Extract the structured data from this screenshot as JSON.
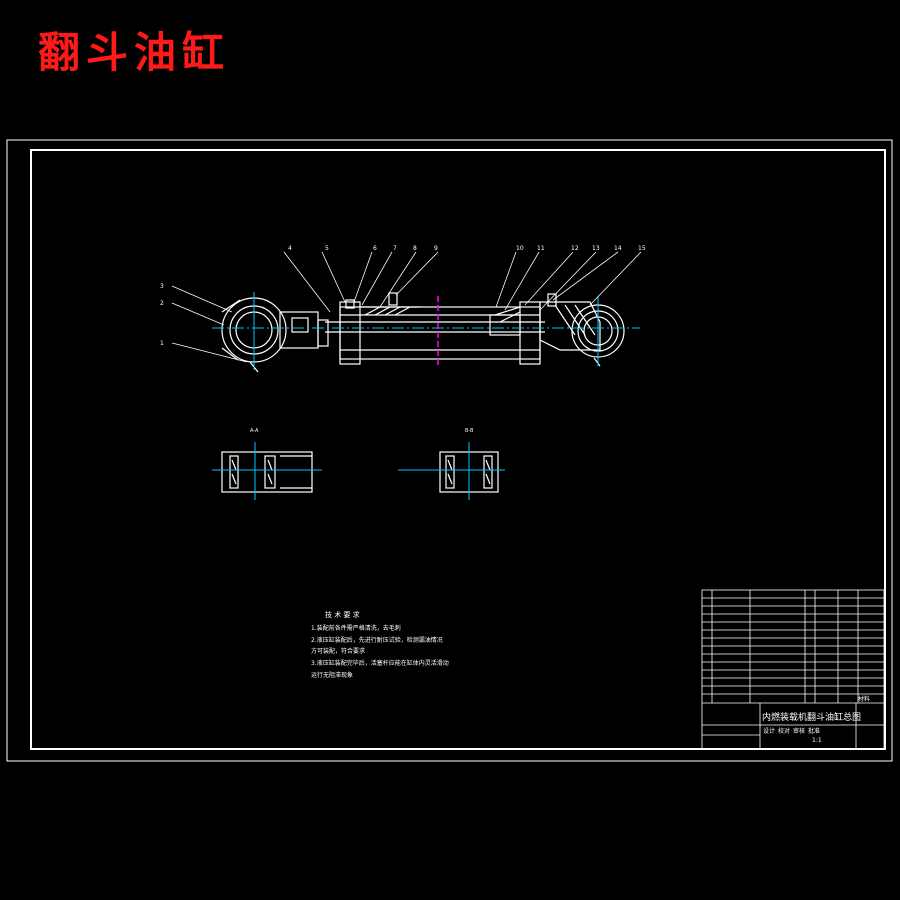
{
  "title": "翻斗油缸",
  "balloons": [
    "4",
    "5",
    "6",
    "7",
    "8",
    "9",
    "10",
    "11",
    "12",
    "13",
    "14",
    "15"
  ],
  "left_balloons": [
    "3",
    "2",
    "1"
  ],
  "section_labels": [
    "A-A",
    "B-B"
  ],
  "tech_req": {
    "heading": "技 术 要 求",
    "lines": [
      "1.装配前各件需严格清洗，去毛刺",
      "2.液压缸装配后，先进行耐压试验，检测漏油情况",
      "方可装配，符合要求",
      "3.液压缸装配完毕后，活塞杆应能在缸体内灵活滑动",
      "运行无阻滞现象"
    ]
  },
  "title_block": {
    "drawing_name": "内燃装载机翻斗油缸总图",
    "material": "材料",
    "sheet_info": [
      "设计",
      "校对",
      "审核",
      "批准"
    ],
    "scale": "1:1"
  },
  "colors": {
    "line": "#ffffff",
    "center": "#00c8ff",
    "section": "#ff00ff",
    "title": "#ff1a1a"
  }
}
